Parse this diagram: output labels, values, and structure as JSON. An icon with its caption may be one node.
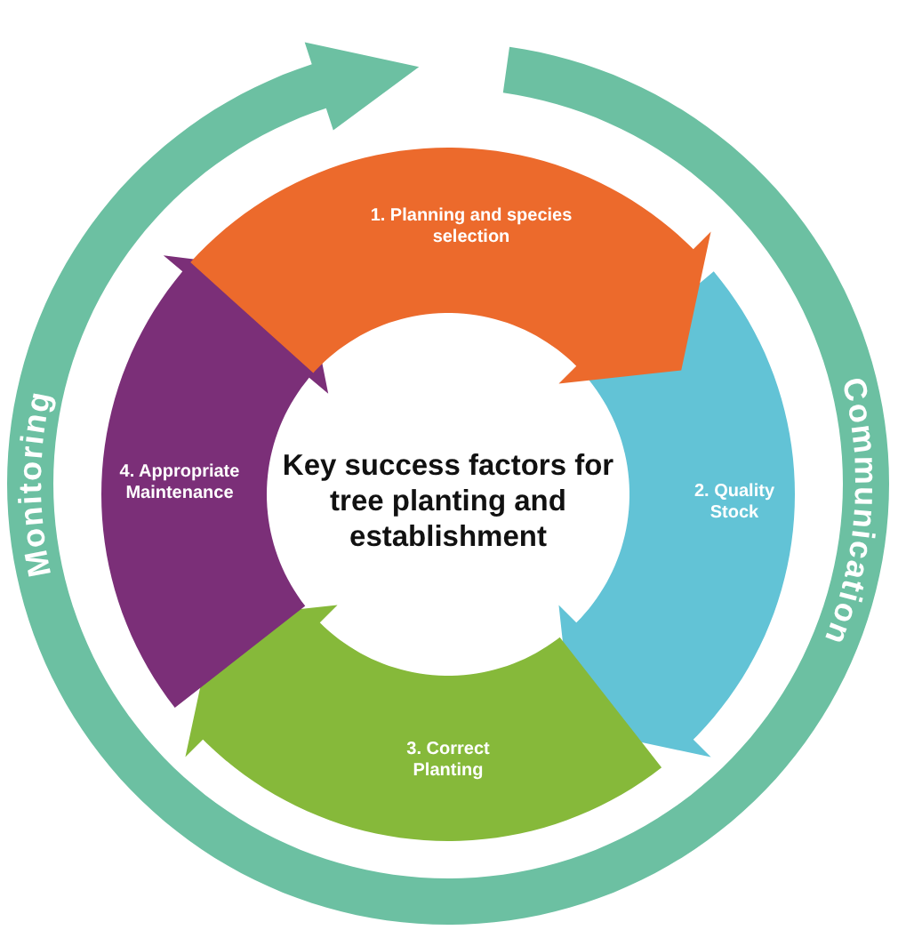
{
  "diagram": {
    "nodes": [
      {
        "text": [
          "1. Planning and species selection"
        ]
      },
      {
        "text": [
          "2. Quality Stock"
        ]
      },
      {
        "text": [
          "3. Correct Planting"
        ]
      },
      {
        "text": [
          "4. Appropriate Maintenance"
        ]
      },
      {
        "text": [
          "Key success factors for tree planting and establishment"
        ]
      },
      {
        "text": [
          "Monitoring",
          "Communication"
        ]
      }
    ]
  }
}
